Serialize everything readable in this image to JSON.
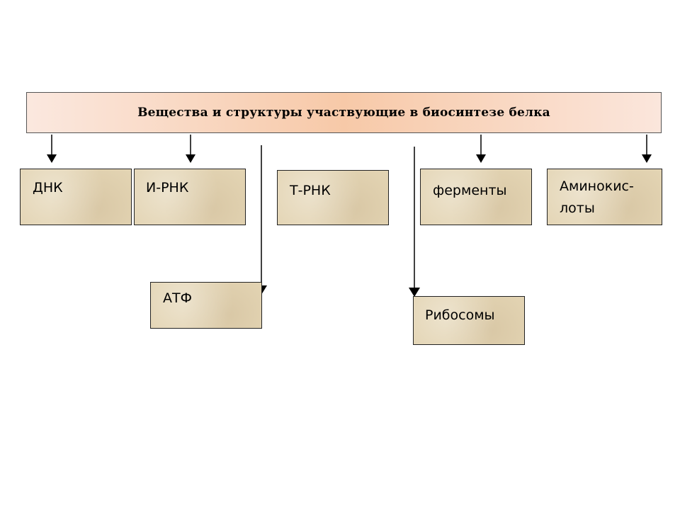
{
  "header": {
    "title": "Вещества и структуры участвующие в биосинтезе белка"
  },
  "boxes": {
    "dnk": "ДНК",
    "irnk": "И-РНК",
    "trnk": "Т-РНК",
    "fermenty": "ферменты",
    "aminokisloty_line1": "Аминокис-",
    "aminokisloty_line2": "лоты",
    "atf": "АТФ",
    "ribosomy": "Рибосомы"
  },
  "colors": {
    "header_gradient_edge": "#fbe8df",
    "header_gradient_center": "#f7c9a8",
    "box_fill": "#e3d4b3",
    "line": "#000000"
  }
}
